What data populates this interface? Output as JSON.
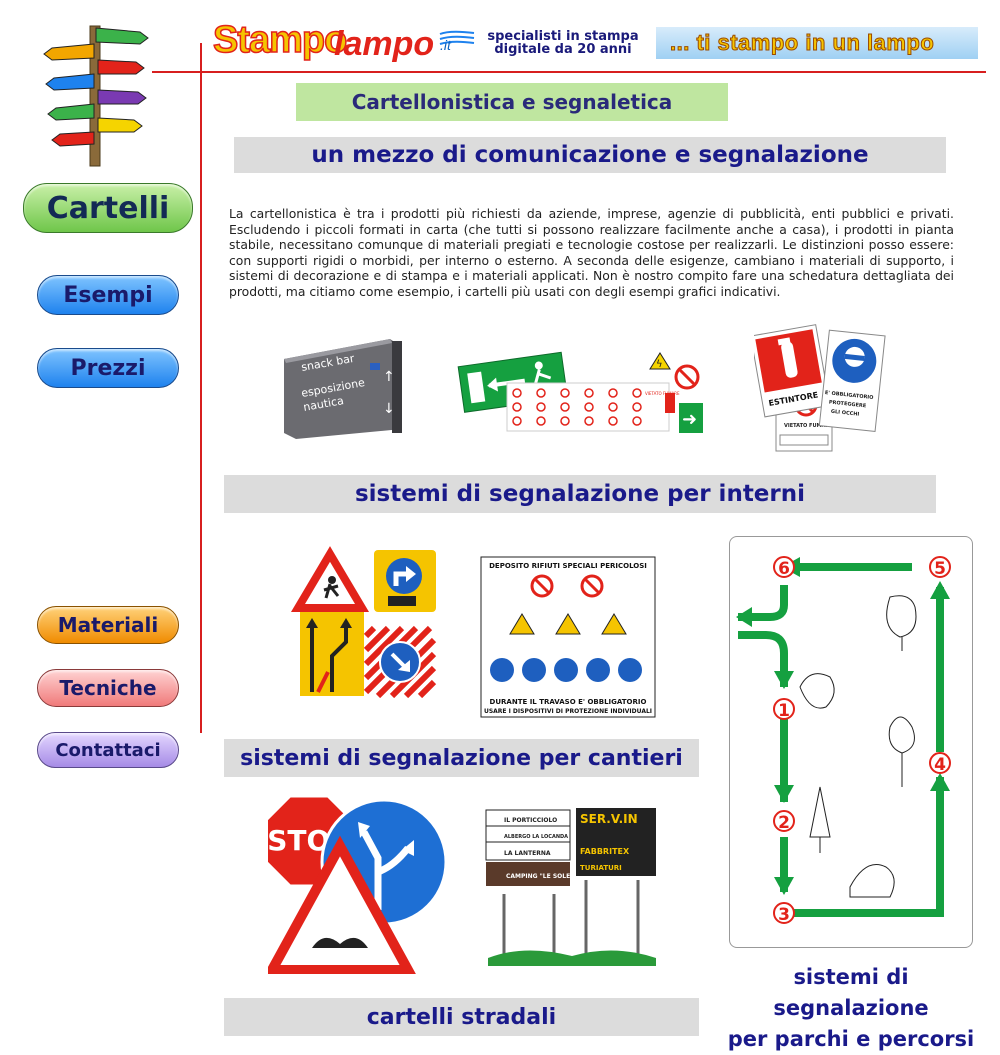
{
  "header": {
    "logo_part1": "Stampo",
    "logo_part2": "lampo",
    "logo_suffix": ".it",
    "tagline_line1": "specialisti in stampa",
    "tagline_line2": "digitale da 20 anni",
    "slogan": "... ti stampo in un lampo"
  },
  "nav": {
    "cartelli": "Cartelli",
    "esempi": "Esempi",
    "prezzi": "Prezzi",
    "materiali": "Materiali",
    "tecniche": "Tecniche",
    "contattaci": "Contattaci"
  },
  "main": {
    "title": "Cartellonistica e segnaletica",
    "subtitle": "un mezzo di comunicazione e segnalazione",
    "intro": "La cartellonistica è tra i prodotti più richiesti da aziende, imprese, agenzie di pubblicità, enti pubblici e privati. Escludendo i piccoli formati in carta (che tutti si possono realizzare facilmente anche a casa), i prodotti in pianta stabile, necessitano comunque di materiali pregiati e tecnologie costose per realizzarli. Le distinzioni posso essere: con supporti rigidi o morbidi, per interno o esterno. A seconda delle esigenze, cambiano i materiali di supporto, i sistemi di decorazione e di stampa e i materiali applicati. Non è nostro compito fare una schedatura dettagliata dei prodotti, ma citiamo come esempio, i cartelli più usati con degli esempi grafici indicativi.",
    "section_interni": "sistemi di segnalazione per interni",
    "section_cantieri": "sistemi di segnalazione per cantieri",
    "section_stradali": "cartelli stradali",
    "section_parchi_line1": "sistemi di segnalazione",
    "section_parchi_line2": "per parchi e percorsi"
  },
  "images": {
    "snack_line1": "snack bar",
    "snack_line2": "esposizione",
    "snack_line3": "nautica",
    "vietato": "VIETATO FUMARE",
    "estintore": "ESTINTORE",
    "obbligatorio_line1": "E' OBBLIGATORIO",
    "obbligatorio_line2": "PROTEGGERE",
    "obbligatorio_line3": "GLI OCCHI",
    "deposito_title": "DEPOSITO RIFIUTI SPECIALI PERICOLOSI",
    "deposito_footer1": "DURANTE IL TRAVASO E' OBBLIGATORIO",
    "deposito_footer2": "USARE I DISPOSITIVI DI PROTEZIONE INDIVIDUALI",
    "stop": "STOP",
    "dir_1": "IL PORTICCIOLO",
    "dir_2": "ALBERGO LA LOCANDA",
    "dir_3": "LA LANTERNA",
    "dir_4": "CAMPING \"LE SOLEIL\"",
    "dir_5": "SER.V.IN",
    "dir_6": "FABBRITEX",
    "dir_7": "TURIATURI",
    "park_nums": [
      "1",
      "2",
      "3",
      "4",
      "5",
      "6"
    ]
  },
  "colors": {
    "accent_red": "#d71f1f",
    "title_blue": "#1a1a8a",
    "band_green": "#bfe6a0",
    "band_grey": "#dcdcdc"
  }
}
